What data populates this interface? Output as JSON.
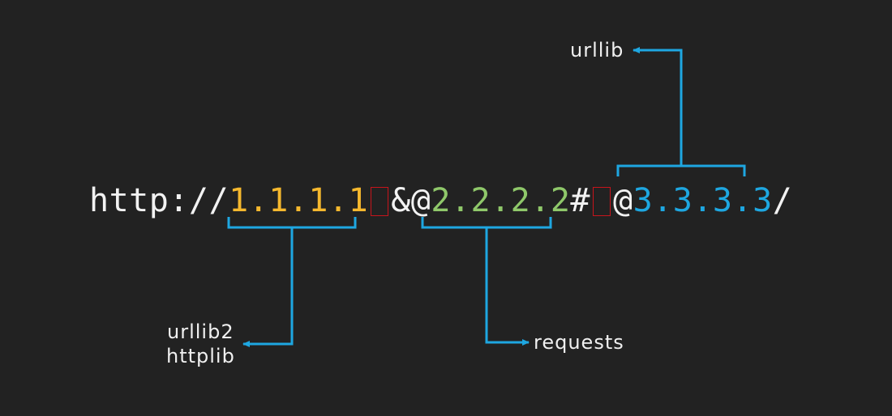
{
  "url": {
    "scheme": "http://",
    "host1": "1.1.1.1",
    "sep1": "&@",
    "host2": "2.2.2.2",
    "hash": "#",
    "at": "@",
    "host3": "3.3.3.3",
    "slash": "/"
  },
  "labels": {
    "urllib": "urllib",
    "urllib2": "urllib2",
    "httplib": "httplib",
    "requests": "requests"
  },
  "colors": {
    "background": "#222222",
    "text": "#f2f2f2",
    "host1": "#f5b82e",
    "host2": "#8fc86a",
    "host3": "#1ea7e1",
    "bracket": "#1ea7e1",
    "gap_box": "#c8141c"
  }
}
